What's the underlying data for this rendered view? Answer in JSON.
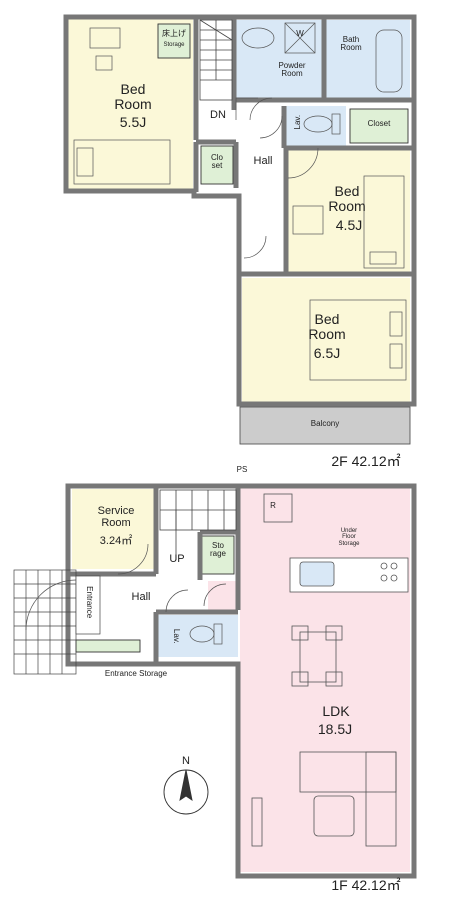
{
  "floor2": {
    "label": "2F 42.12㎡",
    "bed_room_a": {
      "name": "Bed\nRoom",
      "size": "5.5J"
    },
    "storage_upper": {
      "jp": "床上げ",
      "en": "Storage"
    },
    "powder_room": {
      "name": "Powder\nRoom",
      "mark": "W"
    },
    "bath_room": {
      "name": "Bath\nRoom"
    },
    "dn": "DN",
    "lav": "Lav.",
    "closet": "Closet",
    "closet_small": "Clo\nset",
    "hall": "Hall",
    "bed_room_b": {
      "name": "Bed\nRoom",
      "size": "4.5J"
    },
    "bed_room_c": {
      "name": "Bed\nRoom",
      "size": "6.5J"
    },
    "balcony": "Balcony"
  },
  "floor1": {
    "label": "1F 42.12㎡",
    "ps": "PS",
    "r_mark": "R",
    "service_room": {
      "name": "Service\nRoom",
      "size": "3.24㎡"
    },
    "up": "UP",
    "storage": "Sto\nrage",
    "under_floor_storage": "Under\nFloor\nStorage",
    "hall": "Hall",
    "entrance": "Entrance",
    "lav": "Lav.",
    "entrance_storage": "Entrance Storage",
    "ldk": {
      "name": "LDK",
      "size": "18.5J"
    },
    "compass": "N"
  },
  "colors": {
    "bedroom": "#fbf8d8",
    "wet": "#d9e8f6",
    "storage": "#dff0d6",
    "ldk": "#fbe3e8",
    "balcony": "#cccccc",
    "wall": "#777777",
    "wall_fill": "#c7c7c7",
    "line": "#333333"
  }
}
